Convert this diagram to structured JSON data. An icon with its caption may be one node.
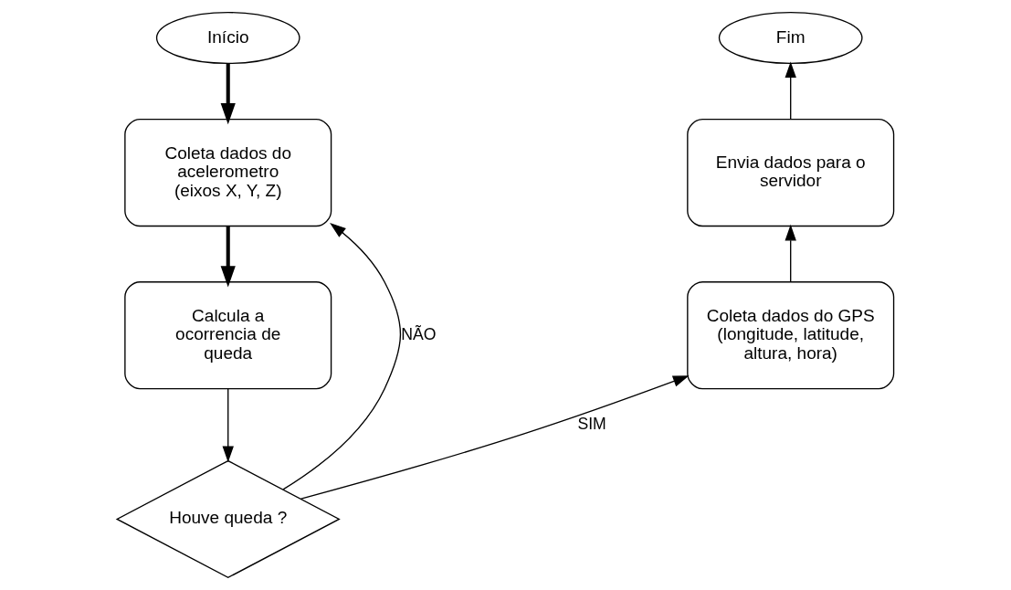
{
  "diagram": {
    "nodes": [
      {
        "text": [
          "Início"
        ]
      },
      {
        "text": [
          "Coleta dados do acelerometro (eixos X, Y, Z)"
        ]
      },
      {
        "text": [
          "Calcula a ocorrencia de queda"
        ]
      },
      {
        "text": [
          "Houve queda ?"
        ]
      },
      {
        "text": [
          "Coleta dados do GPS (longitude, latitude, altura, hora)"
        ]
      },
      {
        "text": [
          "Envia dados para o servidor"
        ]
      },
      {
        "text": [
          "Fim"
        ]
      }
    ],
    "edges": [
      {
        "from": 0,
        "to": 1,
        "arrow": "to",
        "style": "thick"
      },
      {
        "from": 1,
        "to": 2,
        "arrow": "to",
        "style": "thick"
      },
      {
        "from": 2,
        "to": 3,
        "arrow": "to"
      },
      {
        "from": 3,
        "to": 1,
        "arrow": "to",
        "label": "NÃO"
      },
      {
        "from": 3,
        "to": 4,
        "arrow": "to",
        "label": "SIM"
      },
      {
        "from": 4,
        "to": 5,
        "arrow": "to"
      },
      {
        "from": 5,
        "to": 6,
        "arrow": "to"
      }
    ]
  }
}
